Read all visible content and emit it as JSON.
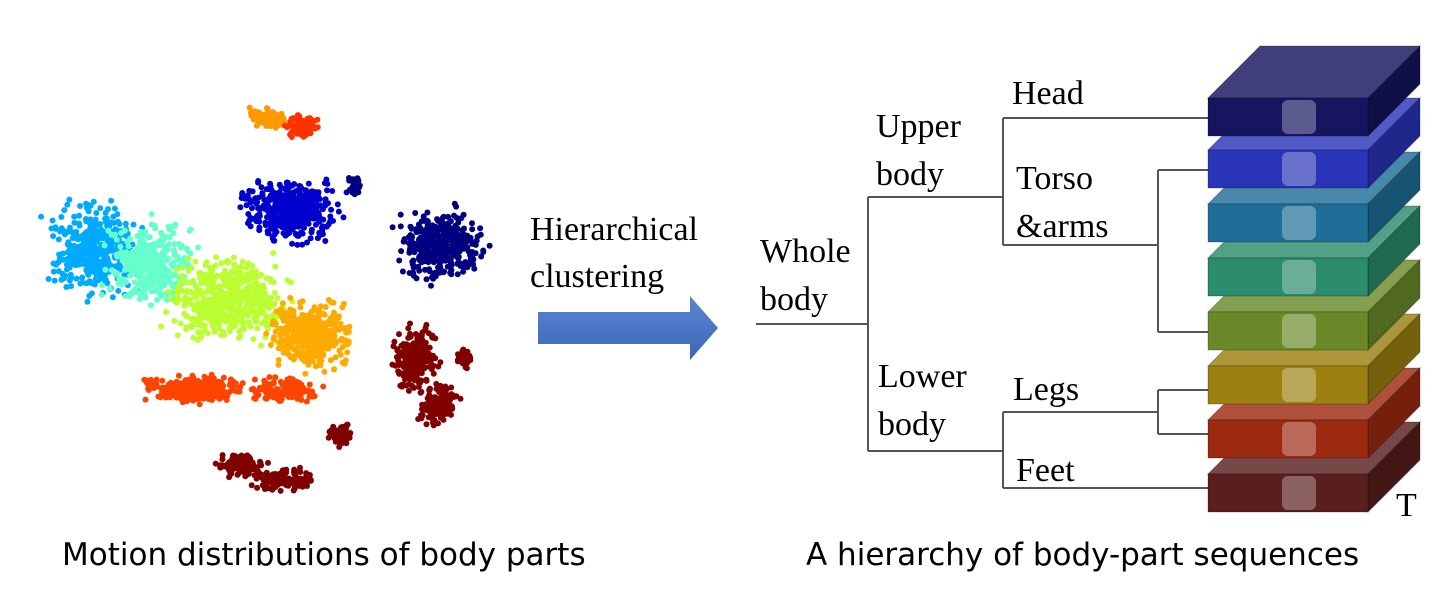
{
  "left_panel": {
    "caption": "Motion distributions of body parts"
  },
  "arrow": {
    "label_line1": "Hierarchical",
    "label_line2": "clustering",
    "color": "#4472C4"
  },
  "hierarchy": {
    "root": {
      "line1": "Whole",
      "line2": "body"
    },
    "upper": {
      "line1": "Upper",
      "line2": "body"
    },
    "lower": {
      "line1": "Lower",
      "line2": "body"
    },
    "head": "Head",
    "torso": {
      "line1": "Torso",
      "line2": "&arms"
    },
    "legs": "Legs",
    "feet": "Feet"
  },
  "stack": {
    "time_label": "T",
    "layer_colors": [
      "#151560",
      "#2a34b8",
      "#1f6e98",
      "#2a8c6c",
      "#6a8a2a",
      "#9c8010",
      "#9c2a10",
      "#5a1e1e"
    ]
  },
  "right_panel": {
    "caption": "A hierarchy of body-part sequences"
  },
  "scatter_colors": [
    "#ff9900",
    "#ff3300",
    "#0000cc",
    "#000080",
    "#00aaff",
    "#66ffcc",
    "#bbff33",
    "#ffaa00",
    "#ff4400",
    "#800000"
  ]
}
